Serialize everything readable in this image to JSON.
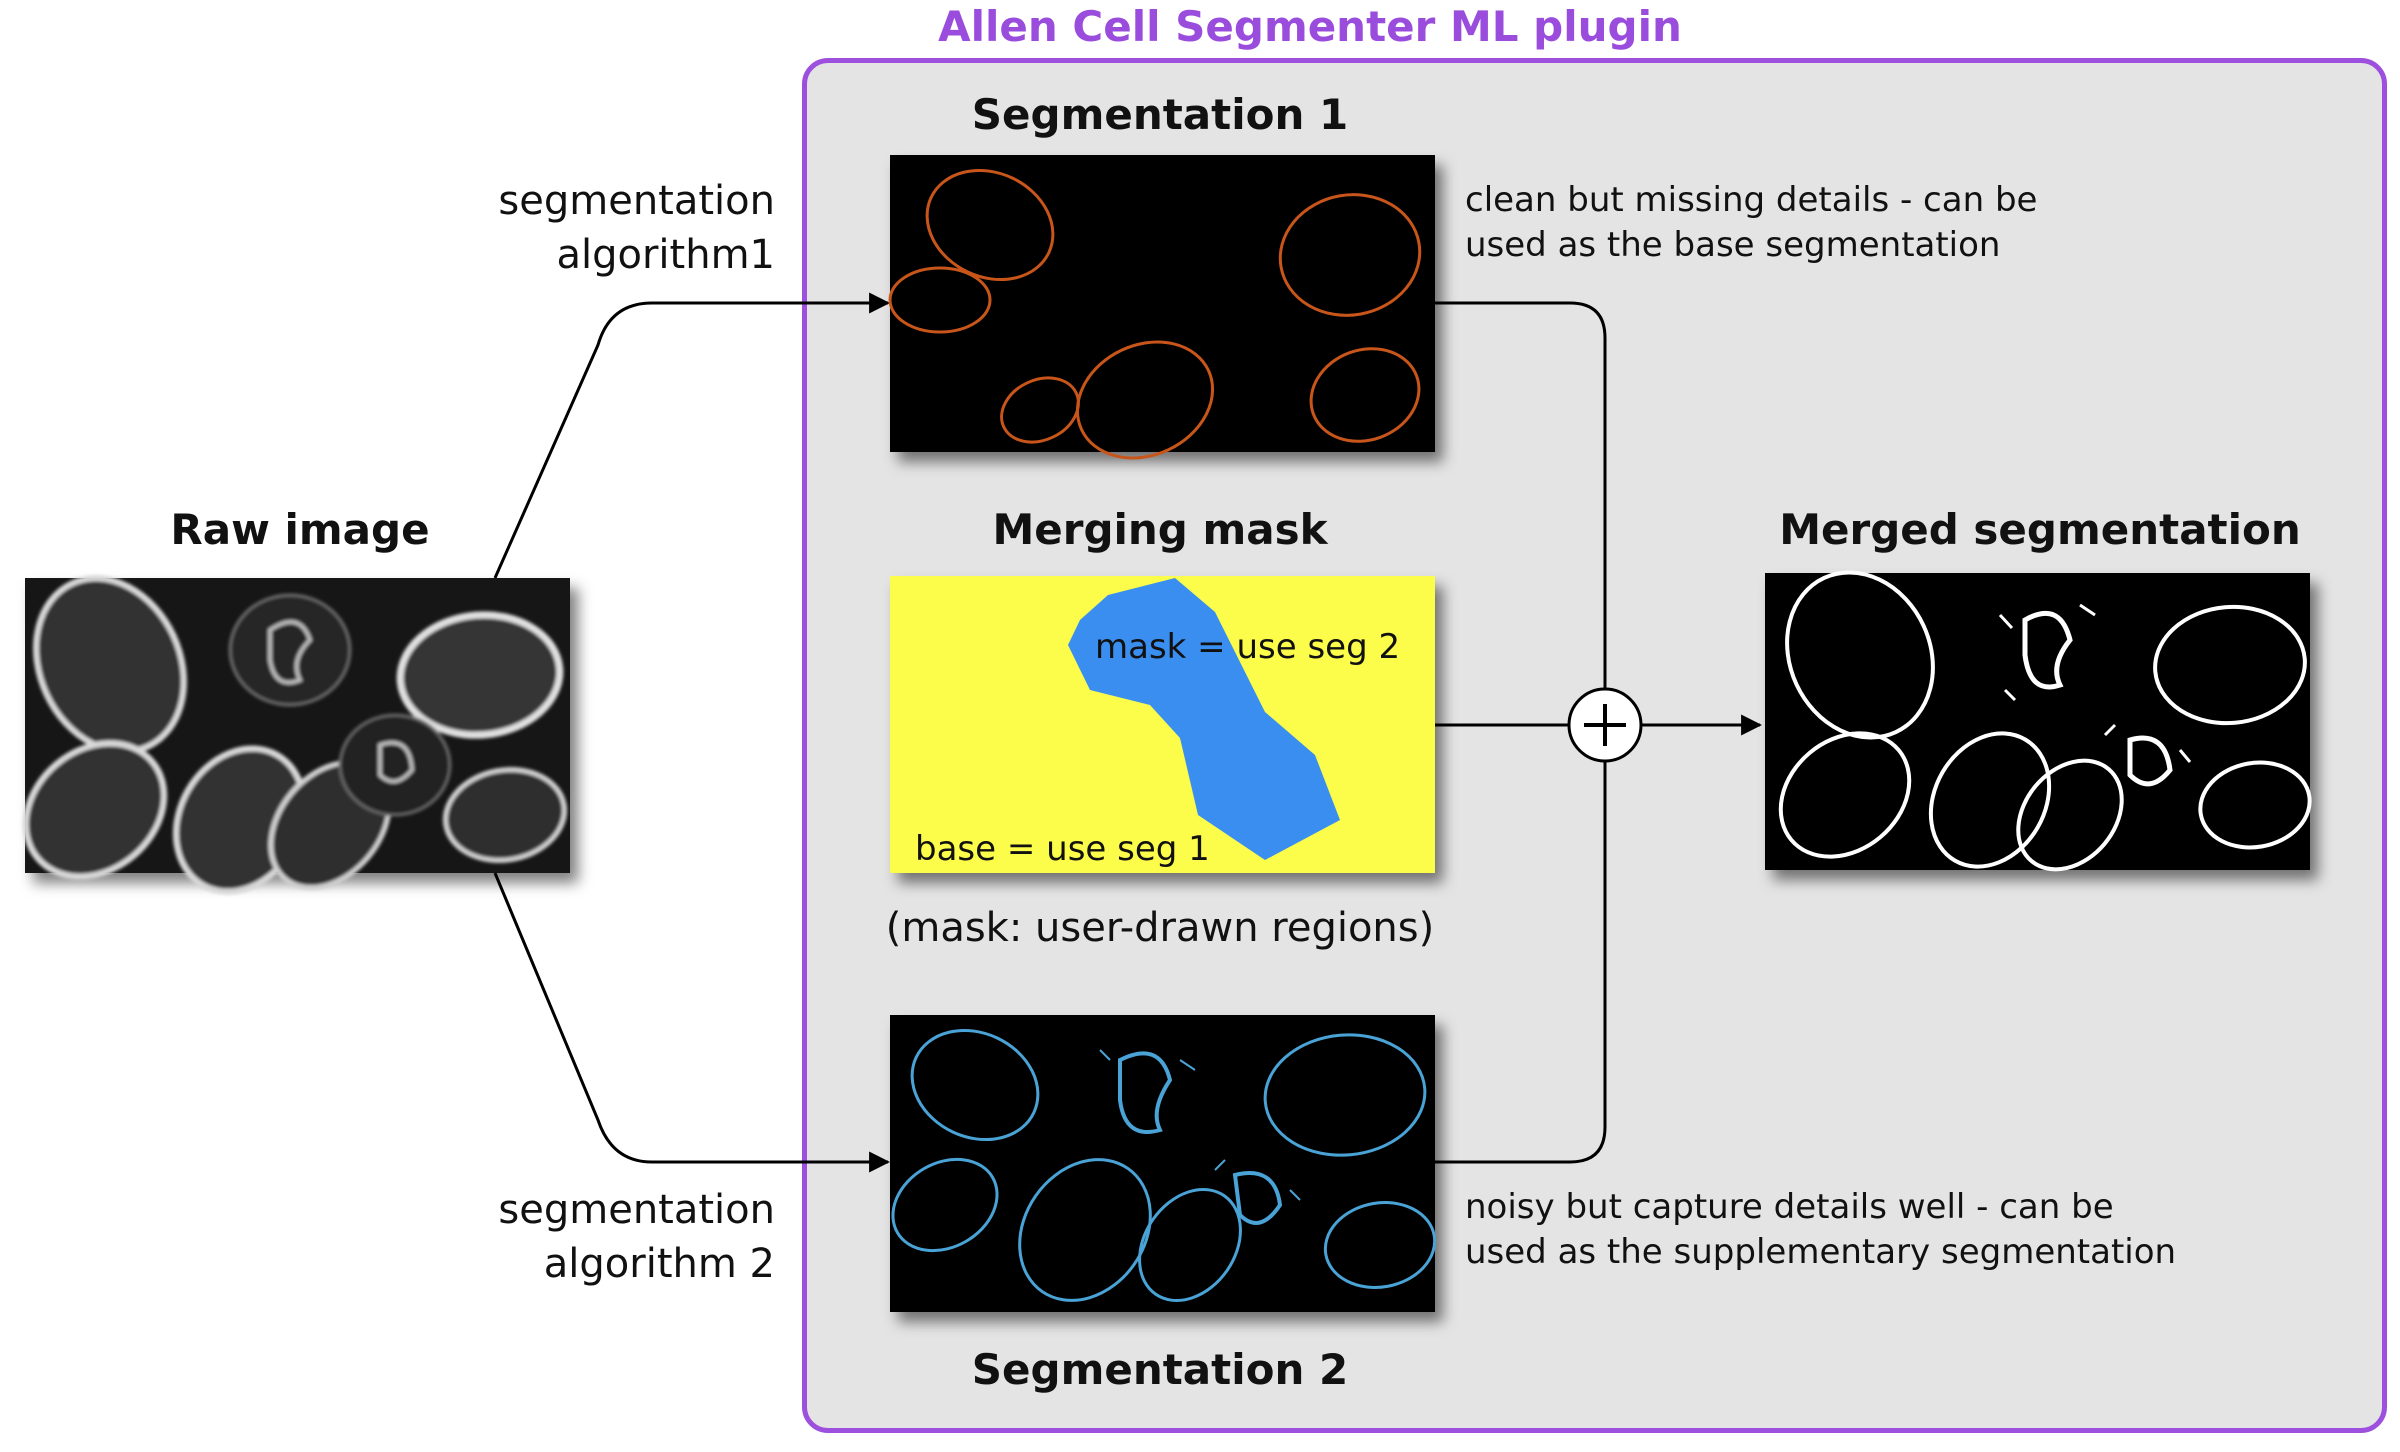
{
  "plugin": {
    "title": "Allen Cell Segmenter ML plugin"
  },
  "raw_image": {
    "label": "Raw image"
  },
  "algorithms": {
    "algo1": {
      "line1": "segmentation",
      "line2": "algorithm1"
    },
    "algo2": {
      "line1": "segmentation",
      "line2": "algorithm 2"
    }
  },
  "segmentation1": {
    "label": "Segmentation 1",
    "note_line1": "clean but missing details - can be",
    "note_line2": "used as the base segmentation",
    "color": "#c8561a"
  },
  "merging_mask": {
    "label": "Merging mask",
    "mask_text": "mask = use seg 2",
    "base_text": "base = use seg 1",
    "caption": "(mask: user-drawn regions)",
    "background_color": "#fcfc4b",
    "mask_color": "#3a8ef0"
  },
  "segmentation2": {
    "label": "Segmentation 2",
    "note_line1": "noisy but capture details well - can be",
    "note_line2": "used as the supplementary segmentation",
    "color": "#4aa3d6"
  },
  "merged": {
    "label": "Merged segmentation"
  },
  "operator": {
    "symbol": "+"
  },
  "colors": {
    "accent": "#9d50dd",
    "panel": "#e4e4e4"
  }
}
